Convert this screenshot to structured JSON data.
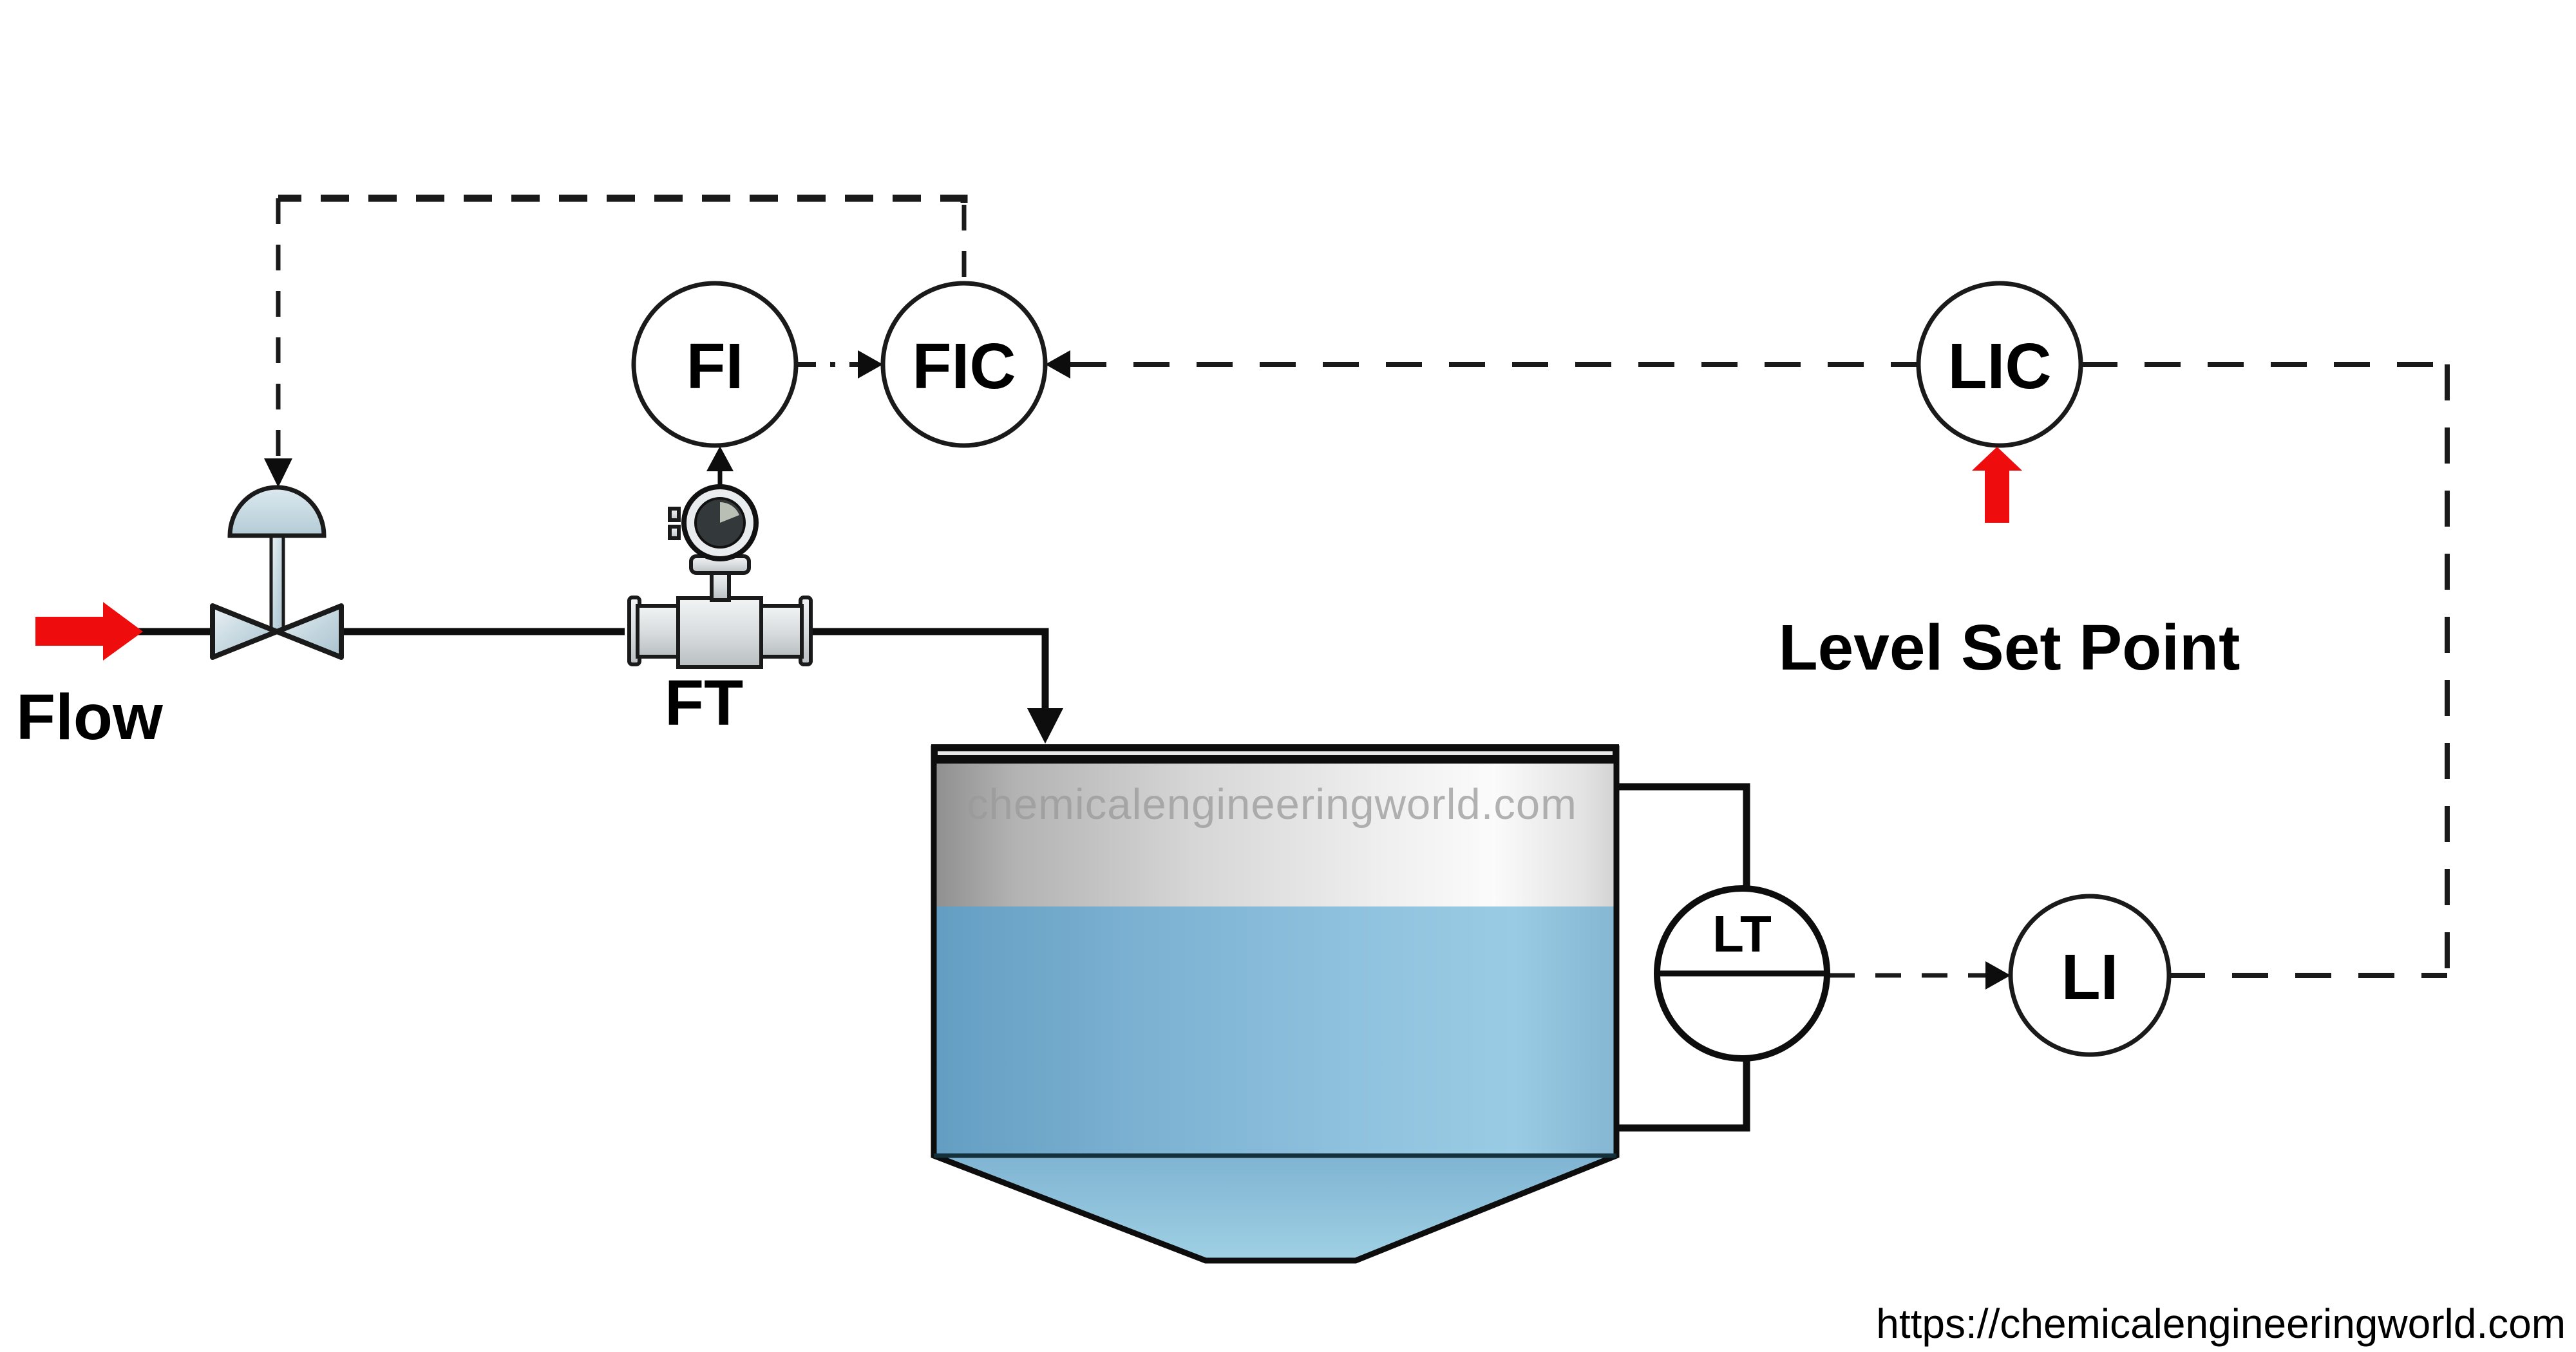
{
  "diagram": {
    "type": "process-control-loop",
    "labels": {
      "flow": "Flow",
      "flow_transmitter": "FT",
      "flow_indicator": "FI",
      "flow_controller": "FIC",
      "level_controller": "LIC",
      "level_transmitter": "LT",
      "level_indicator": "LI",
      "level_set_point": "Level Set Point"
    },
    "watermark": "chemicalengineeringworld.com",
    "footer_url": "https://chemicalengineeringworld.com",
    "colors": {
      "signal_arrow_red": "#ee0c0c",
      "line_black": "#0d0d0d",
      "tank_shell_gray": "#d8d8d8",
      "tank_liquid_blue": "#8fc2de",
      "valve_steel": "#c6d8e0"
    }
  }
}
